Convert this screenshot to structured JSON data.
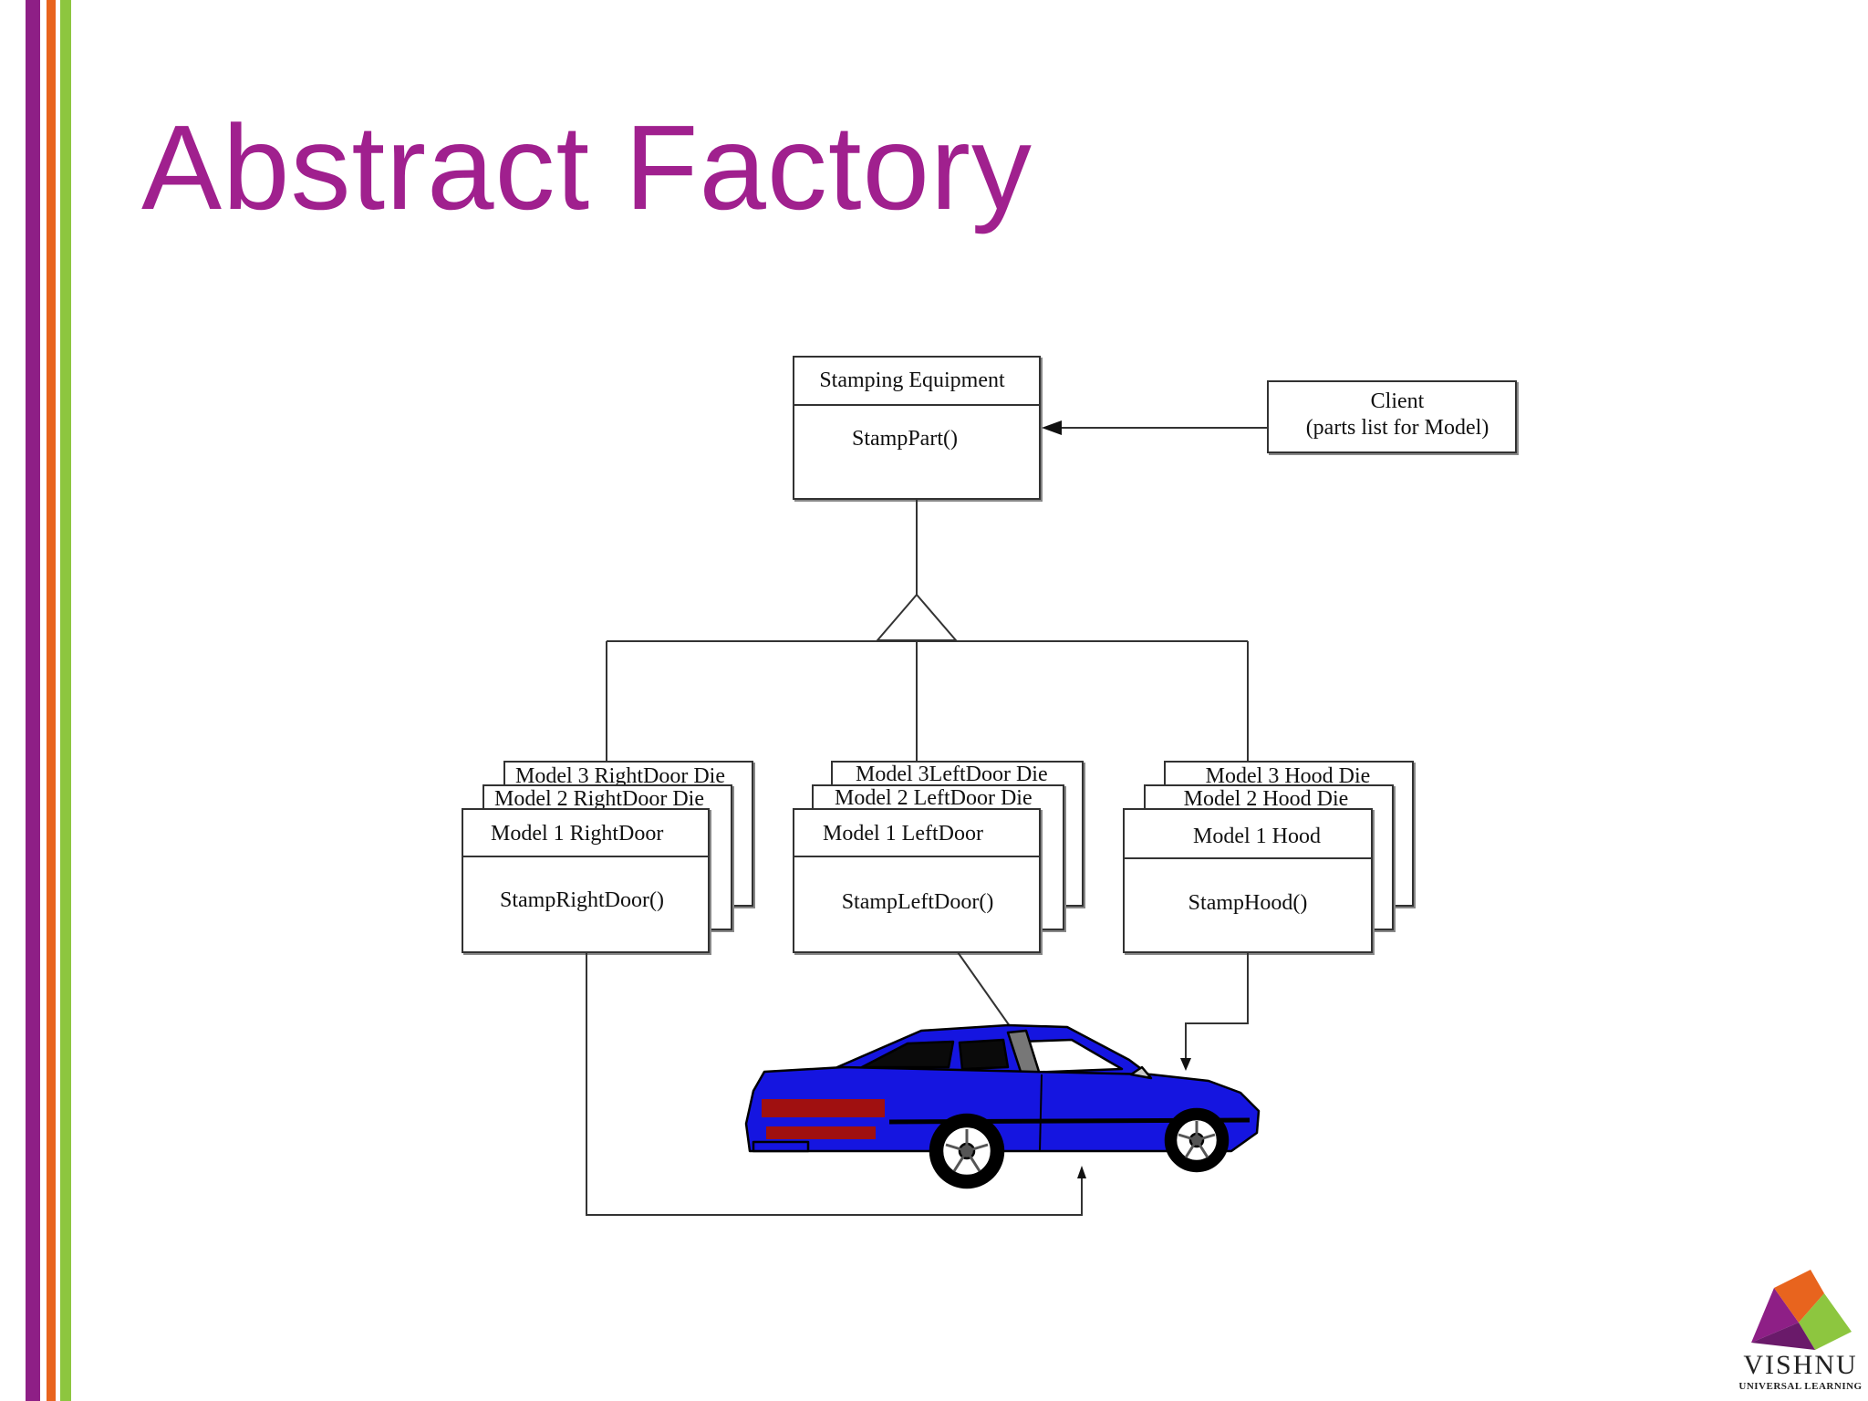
{
  "slide": {
    "title": "Abstract Factory",
    "colors": {
      "title": "#a0208e",
      "stripe_purple": "#8e1f86",
      "stripe_orange": "#e8641e",
      "stripe_green": "#8dc63f",
      "car_body": "#1515e0"
    }
  },
  "diagram": {
    "abstract_class": {
      "name": "Stamping Equipment",
      "method": "StampPart()"
    },
    "client": {
      "line1": "Client",
      "line2": "(parts list for Model)"
    },
    "concrete_groups": [
      {
        "back2": "Model 3 RightDoor Die",
        "back1": "Model 2 RightDoor Die",
        "front": "Model 1 RightDoor",
        "method": "StampRightDoor()"
      },
      {
        "back2": "Model 3LeftDoor Die",
        "back1": "Model 2 LeftDoor Die",
        "front": "Model 1 LeftDoor",
        "method": "StampLeftDoor()"
      },
      {
        "back2": "Model 3 Hood Die",
        "back1": "Model 2 Hood Die",
        "front": "Model 1 Hood",
        "method": "StampHood()"
      }
    ],
    "product_image": "car-illustration"
  },
  "logo": {
    "name": "VISHNU",
    "tagline": "UNIVERSAL LEARNING",
    "icon": "triangle-arrows-logo-icon"
  }
}
